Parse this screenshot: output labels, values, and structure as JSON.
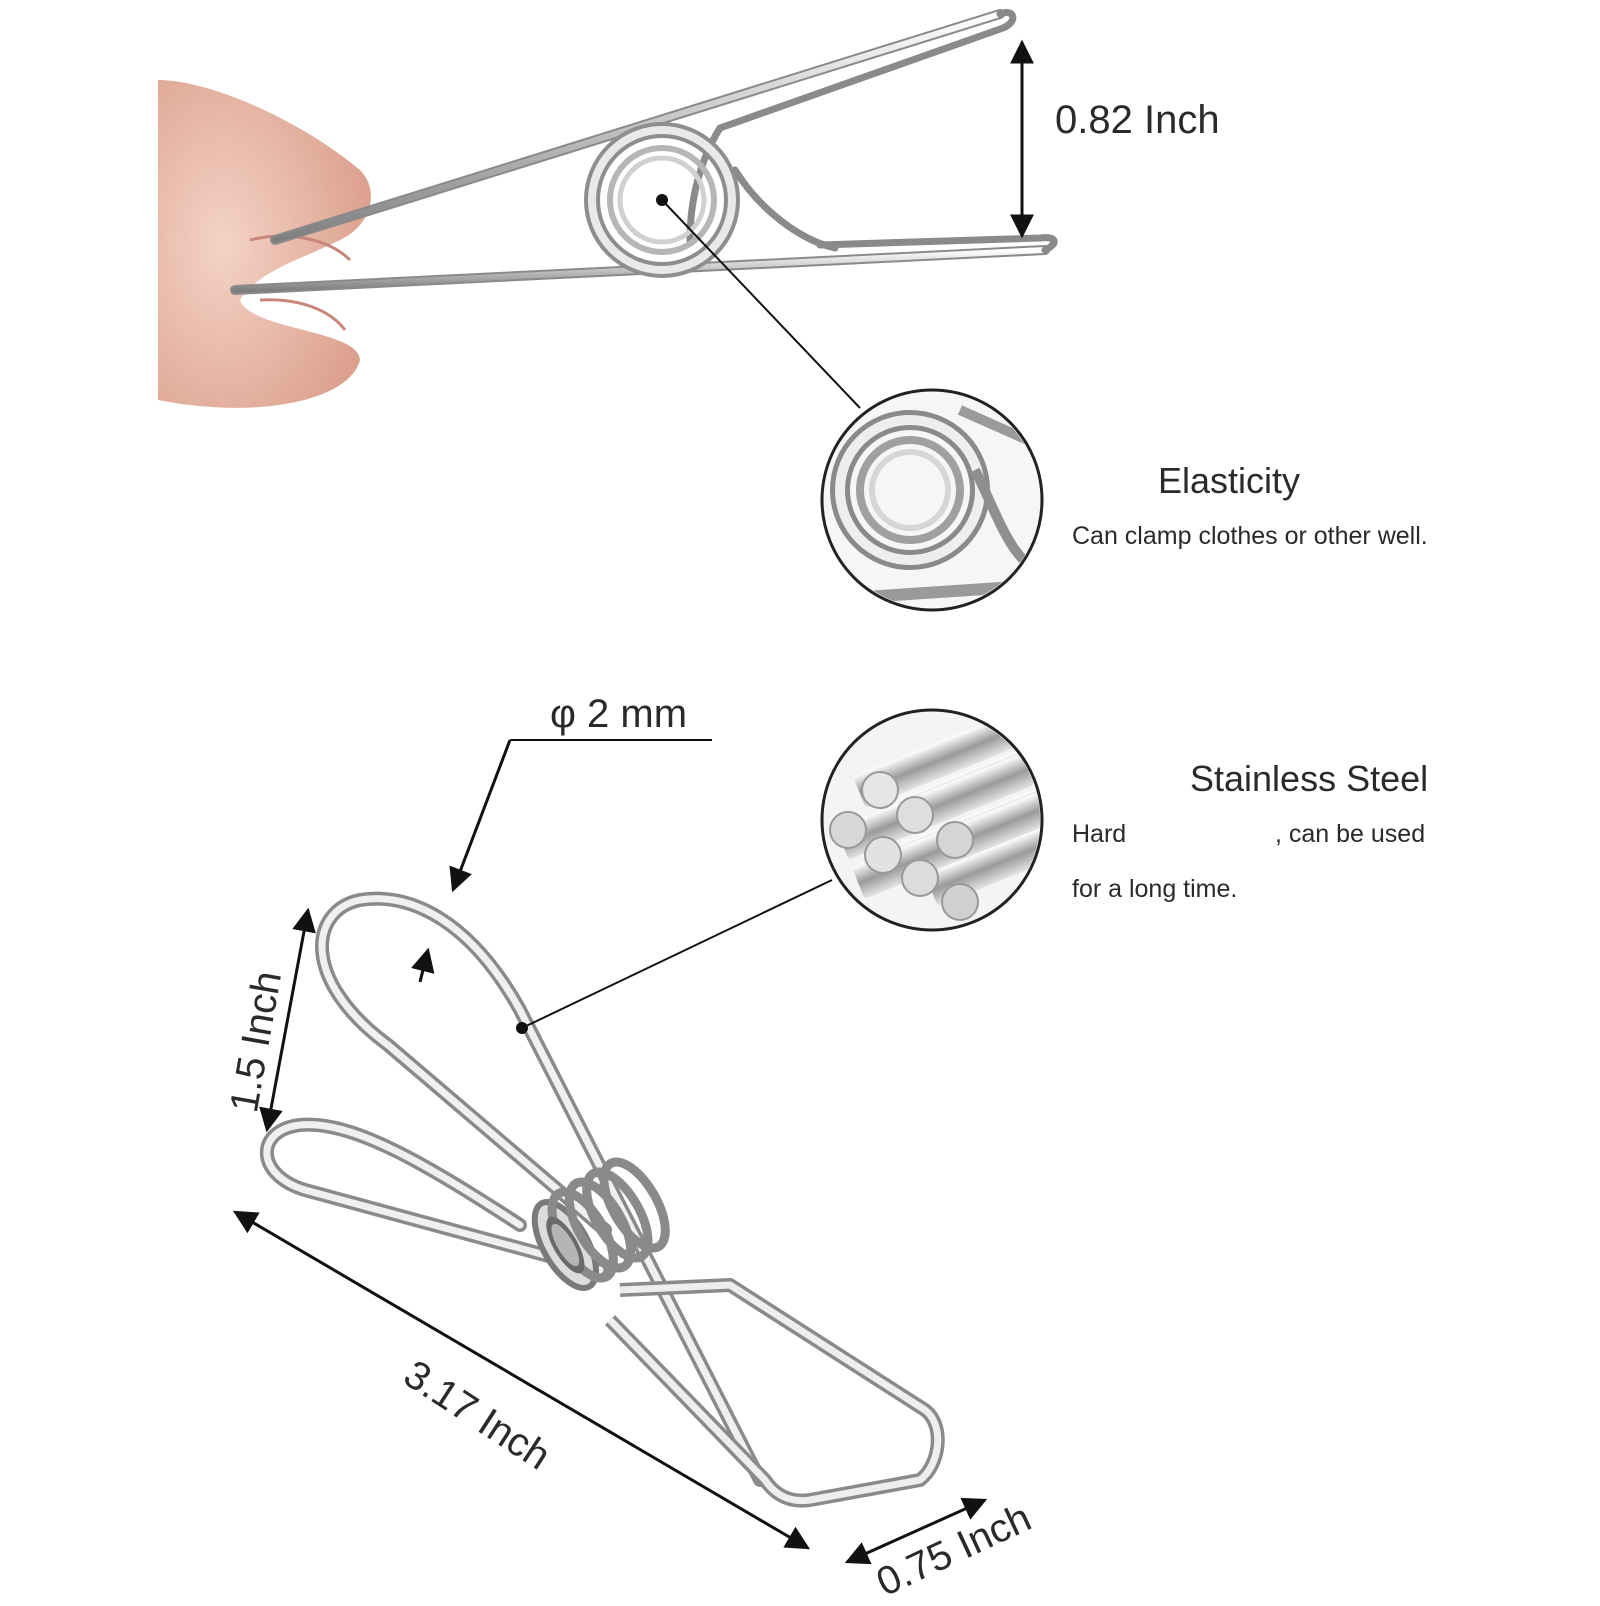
{
  "dimensions": {
    "opening": "0.82 Inch",
    "wire_diameter": "φ 2 mm",
    "handle_length": "1.5 Inch",
    "total_length": "3.17 Inch",
    "width": "0.75 Inch"
  },
  "features": {
    "elasticity": {
      "title": "Elasticity",
      "description": "Can clamp clothes or other well."
    },
    "stainless_steel": {
      "title": "Stainless Steel",
      "description_part1": "Hard",
      "description_part2": ", can be used",
      "description_part3": "for a long time."
    }
  },
  "icons": {
    "clip_open": "clothespin-held-open-icon",
    "spring_zoom": "spring-closeup-icon",
    "steel_rods": "steel-rods-icon",
    "clip_closed": "clothespin-closed-icon"
  },
  "colors": {
    "metal_light": "#f2f2f2",
    "metal_dark": "#8a8a8a",
    "skin": "#e9b9a6",
    "line": "#111111"
  }
}
